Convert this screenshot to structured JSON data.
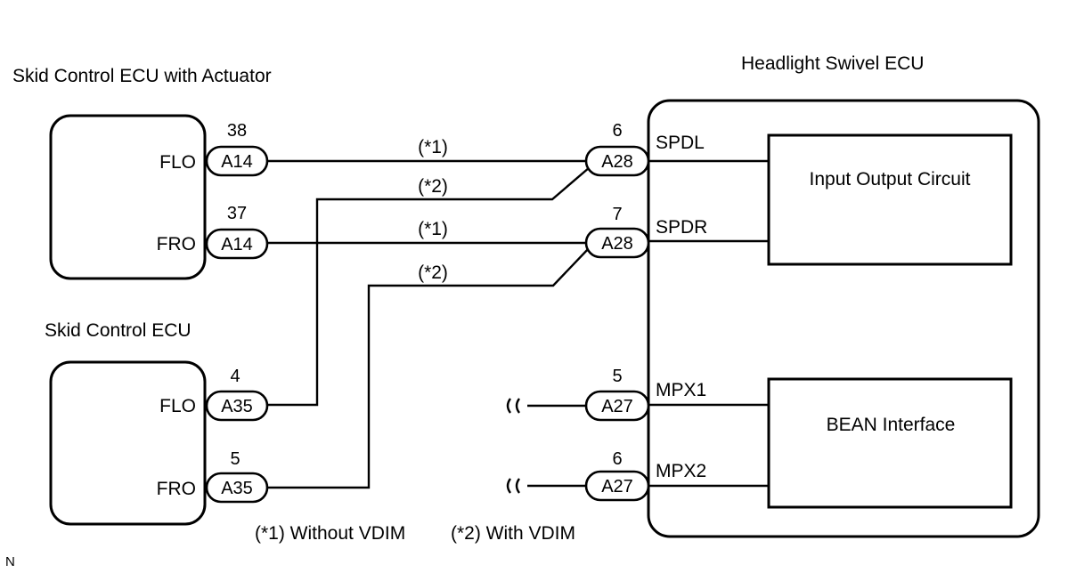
{
  "titles": {
    "skid_act": "Skid Control ECU with Actuator",
    "skid": "Skid Control ECU",
    "swivel": "Headlight Swivel ECU"
  },
  "skid_act": {
    "terminals": [
      "FLO",
      "FRO"
    ],
    "connectors": [
      {
        "id": "A14",
        "pin": "38"
      },
      {
        "id": "A14",
        "pin": "37"
      }
    ]
  },
  "skid": {
    "terminals": [
      "FLO",
      "FRO"
    ],
    "connectors": [
      {
        "id": "A35",
        "pin": "4"
      },
      {
        "id": "A35",
        "pin": "5"
      }
    ]
  },
  "swivel": {
    "terminals": [
      "SPDL",
      "SPDR",
      "MPX1",
      "MPX2"
    ],
    "connectors": [
      {
        "id": "A28",
        "pin": "6"
      },
      {
        "id": "A28",
        "pin": "7"
      },
      {
        "id": "A27",
        "pin": "5"
      },
      {
        "id": "A27",
        "pin": "6"
      }
    ],
    "blocks": [
      "Input Output Circuit",
      "BEAN Interface"
    ]
  },
  "wire_labels": [
    "(*1)",
    "(*2)",
    "(*1)",
    "(*2)"
  ],
  "notes": [
    "(*1) Without VDIM",
    "(*2) With VDIM"
  ],
  "corner": "N"
}
